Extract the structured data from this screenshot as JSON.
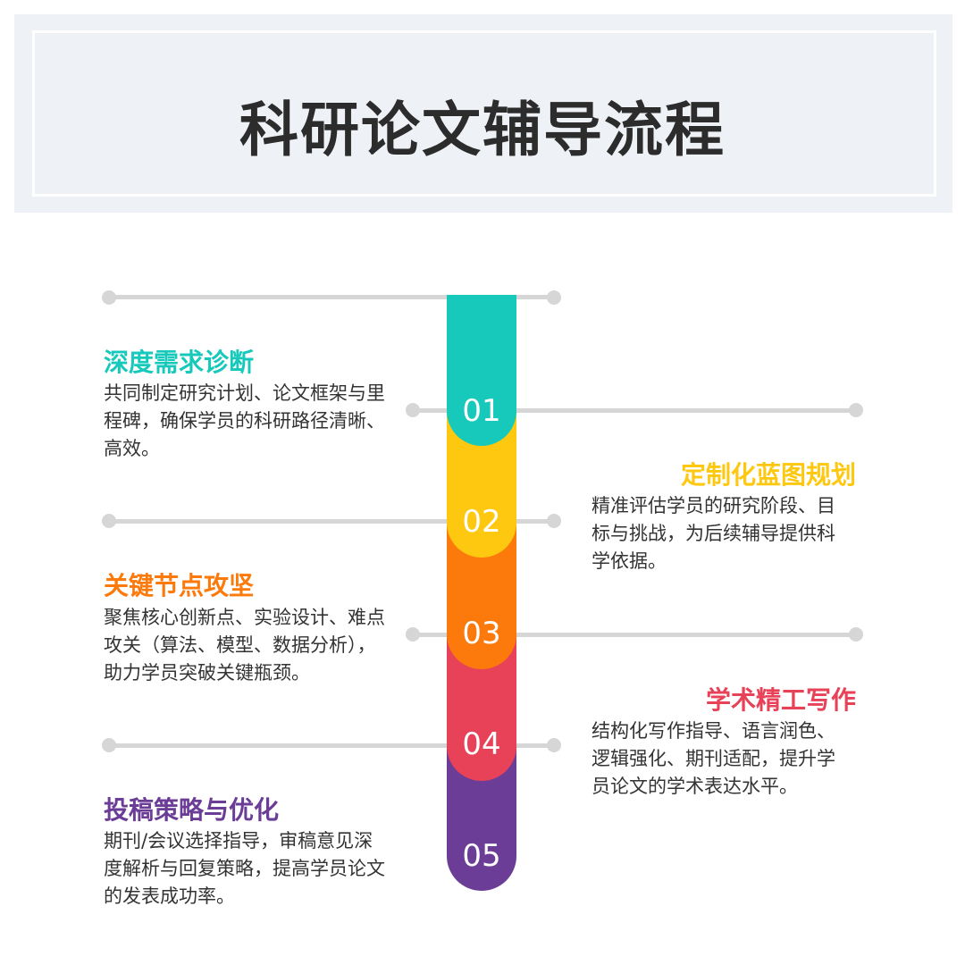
{
  "title": "科研论文辅导流程",
  "colors": {
    "step1": "#17c9bb",
    "step2": "#fdc80f",
    "step3": "#fb7a0b",
    "step4": "#e84258",
    "step5": "#6c3d96",
    "line": "#d6d6d6",
    "header_bg": "#eef2f7"
  },
  "steps": [
    {
      "number": "01",
      "title": "深度需求诊断",
      "desc": "共同制定研究计划、论文框架与里程碑，确保学员的科研路径清晰、高效。",
      "side": "left"
    },
    {
      "number": "02",
      "title": "定制化蓝图规划",
      "desc": "精准评估学员的研究阶段、目标与挑战，为后续辅导提供科学依据。",
      "side": "right"
    },
    {
      "number": "03",
      "title": "关键节点攻坚",
      "desc": "聚焦核心创新点、实验设计、难点攻关（算法、模型、数据分析），助力学员突破关键瓶颈。",
      "side": "left"
    },
    {
      "number": "04",
      "title": "学术精工写作",
      "desc": "结构化写作指导、语言润色、逻辑强化、期刊适配，提升学员论文的学术表达水平。",
      "side": "right"
    },
    {
      "number": "05",
      "title": "投稿策略与优化",
      "desc": "期刊/会议选择指导，审稿意见深度解析与回复策略，提高学员论文的发表成功率。",
      "side": "left"
    }
  ]
}
